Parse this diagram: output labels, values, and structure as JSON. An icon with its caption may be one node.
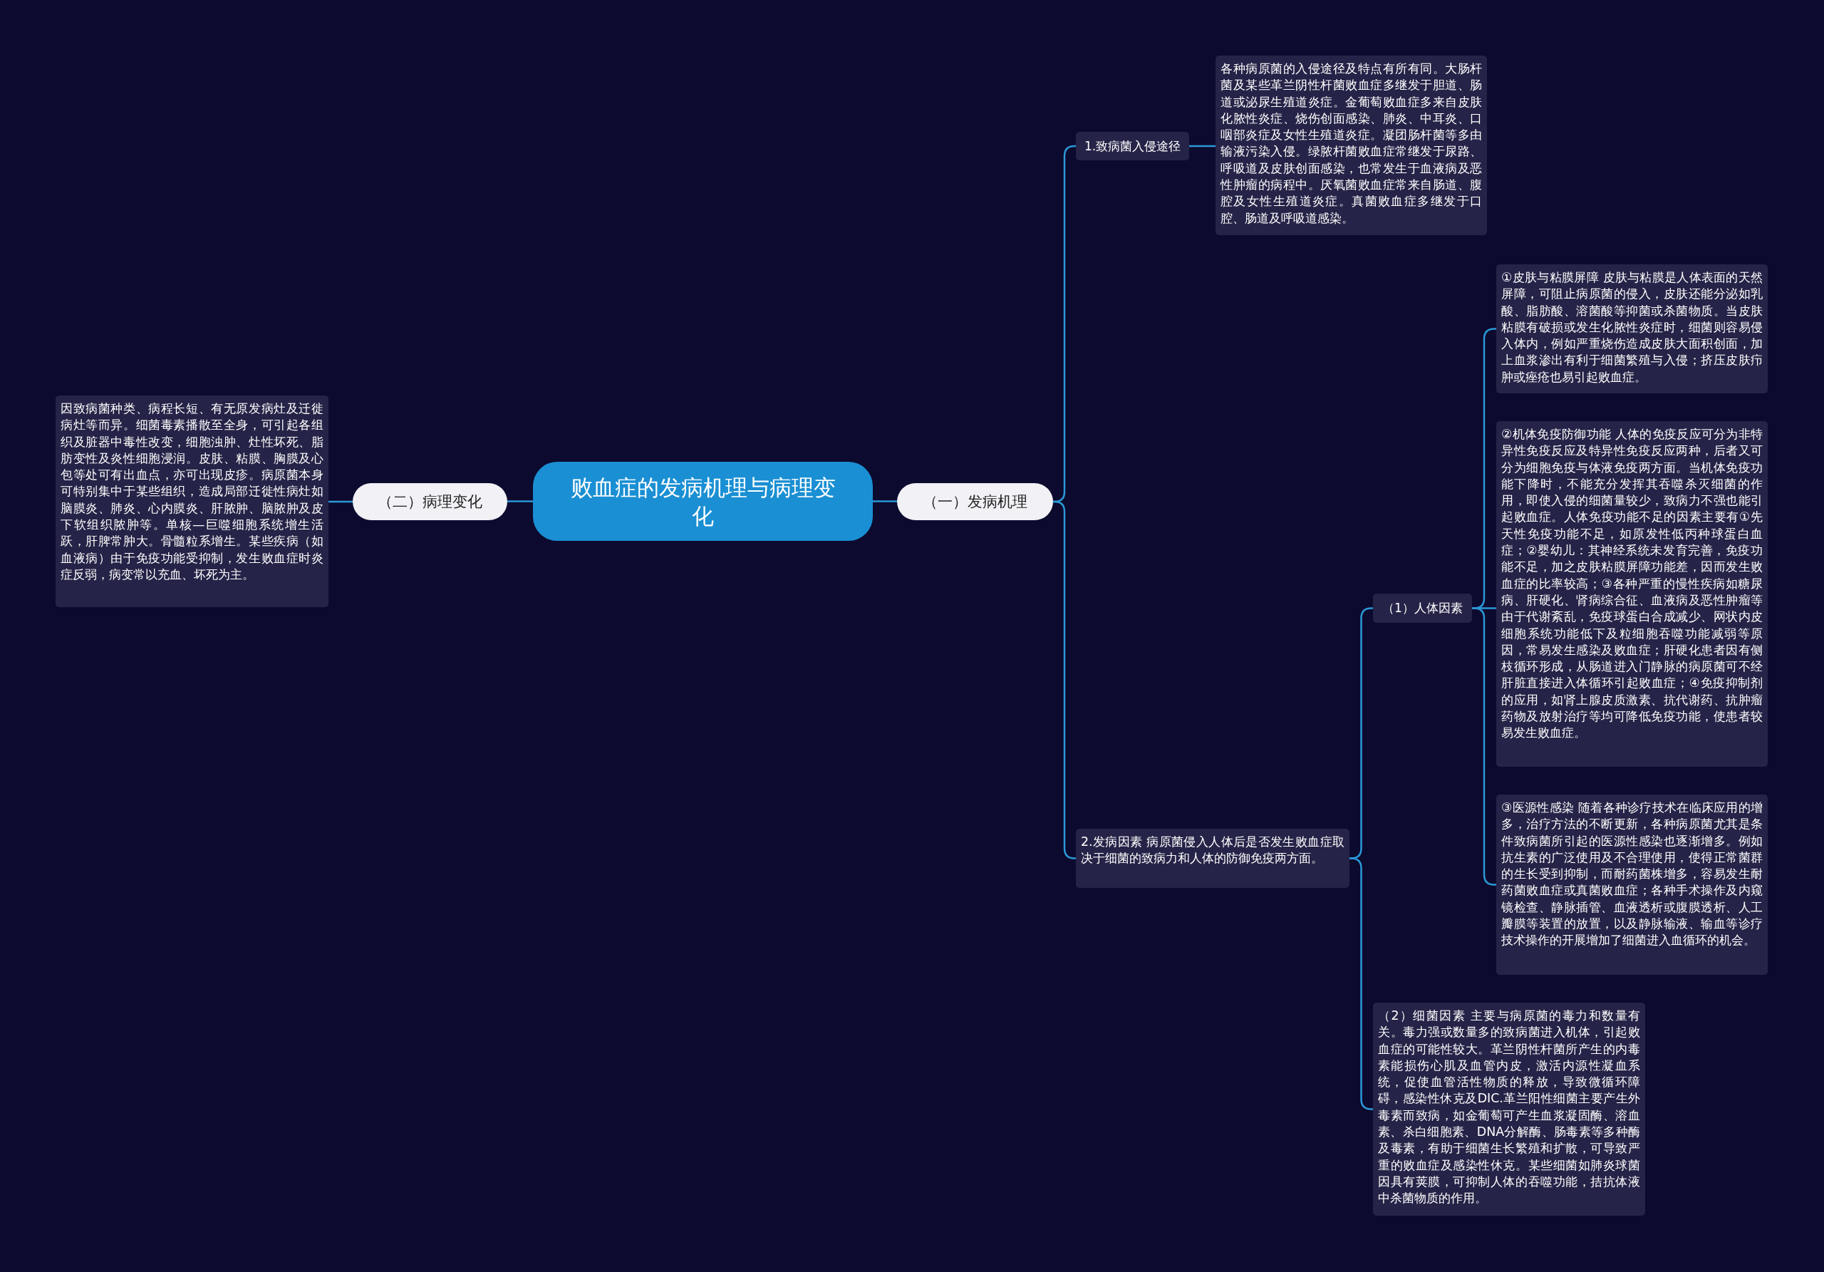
{
  "diagram": {
    "nodes": [
      {
        "text": [
          "败血症的发病机理与病理变化"
        ]
      },
      {
        "text": [
          "（一）发病机理"
        ]
      },
      {
        "text": [
          "（二）病理变化"
        ]
      },
      {
        "text": [
          "1.致病菌入侵途径"
        ]
      },
      {
        "text": [
          "各种病原菌的入侵途径及特点有所有同。大肠杆菌及某些革兰阴性杆菌败血症多继发于胆道、肠道或泌尿生殖道炎症。金葡萄败血症多来自皮肤化脓性炎症、烧伤创面感染、肺炎、中耳炎、口咽部炎症及女性生殖道炎症。凝团肠杆菌等多由输液污染入侵。绿脓杆菌败血症常继发于尿路、呼吸道及皮肤创面感染，也常发生于血液病及恶性肿瘤的病程中。厌氧菌败血症常来自肠道、腹腔及女性生殖道炎症。真菌败血症多继发于口腔、肠道及呼吸道感染。"
        ]
      },
      {
        "text": [
          "2.发病因素 病原菌侵入人体后是否发生败血症取决于细菌的致病力和人体的防御免疫两方面。"
        ]
      },
      {
        "text": [
          "（1）人体因素"
        ]
      },
      {
        "text": [
          "①皮肤与粘膜屏障 皮肤与粘膜是人体表面的天然屏障，可阻止病原菌的侵入，皮肤还能分泌如乳酸、脂肪酸、溶菌酸等抑菌或杀菌物质。当皮肤粘膜有破损或发生化脓性炎症时，细菌则容易侵入体内，例如严重烧伤造成皮肤大面积创面，加上血浆渗出有利于细菌繁殖与入侵；挤压皮肤疖肿或痤疮也易引起败血症。"
        ]
      },
      {
        "text": [
          "②机体免疫防御功能 人体的免疫反应可分为非特异性免疫反应及特异性免疫反应两种，后者又可分为细胞免疫与体液免疫两方面。当机体免疫功能下降时，不能充分发挥其吞噬杀灭细菌的作用，即使入侵的细菌量较少，致病力不强也能引起败血症。人体免疫功能不足的因素主要有①先天性免疫功能不足，如原发性低丙种球蛋白血症；②婴幼儿：其神经系统未发育完善，免疫功能不足，加之皮肤粘膜屏障功能差，因而发生败血症的比率较高；③各种严重的慢性疾病如糖尿病、肝硬化、肾病综合征、血液病及恶性肿瘤等由于代谢紊乱，免疫球蛋白合成减少、网状内皮细胞系统功能低下及粒细胞吞噬功能减弱等原因，常易发生感染及败血症；肝硬化患者因有侧枝循环形成，从肠道进入门静脉的病原菌可不经肝脏直接进入体循环引起败血症；④免疫抑制剂的应用，如肾上腺皮质激素、抗代谢药、抗肿瘤药物及放射治疗等均可降低免疫功能，使患者较易发生败血症。"
        ]
      },
      {
        "text": [
          "③医源性感染 随着各种诊疗技术在临床应用的增多，治疗方法的不断更新，各种病原菌尤其是条件致病菌所引起的医源性感染也逐渐增多。例如抗生素的广泛使用及不合理使用，使得正常菌群的生长受到抑制，而耐药菌株增多，容易发生耐药菌败血症或真菌败血症；各种手术操作及内窥镜检查、静脉插管、血液透析或腹膜透析、人工瓣膜等装置的放置，以及静脉输液、输血等诊疗技术操作的开展增加了细菌进入血循环的机会。"
        ]
      },
      {
        "text": [
          "（2）细菌因素 主要与病原菌的毒力和数量有关。毒力强或数量多的致病菌进入机体，引起败血症的可能性较大。革兰阴性杆菌所产生的内毒素能损伤心肌及血管内皮，激活内源性凝血系统，促使血管活性物质的释放，导致微循环障碍，感染性休克及DIC.革兰阳性细菌主要产生外毒素而致病，如金葡萄可产生血浆凝固酶、溶血素、杀白细胞素、DNA分解酶、肠毒素等多种酶及毒素，有助于细菌生长繁殖和扩散，可导致严重的败血症及感染性休克。某些细菌如肺炎球菌因具有荚膜，可抑制人体的吞噬功能，拮抗体液中杀菌物质的作用。"
        ]
      },
      {
        "text": [
          "因致病菌种类、病程长短、有无原发病灶及迁徙病灶等而异。细菌毒素播散至全身，可引起各组织及脏器中毒性改变，细胞浊肿、灶性坏死、脂肪变性及炎性细胞浸润。皮肤、粘膜、胸膜及心包等处可有出血点，亦可出现皮疹。病原菌本身可特别集中于某些组织，造成局部迁徙性病灶如脑膜炎、肺炎、心内膜炎、肝脓肿、脑脓肿及皮下软组织脓肿等。单核—巨噬细胞系统增生活跃，肝脾常肿大。骨髓粒系增生。某些疾病（如血液病）由于免疫功能受抑制，发生败血症时炎症反弱，病变常以充血、坏死为主。"
        ]
      }
    ],
    "edges": [
      {
        "from": 0,
        "to": 1,
        "arrow": "none"
      },
      {
        "from": 0,
        "to": 2,
        "arrow": "none"
      },
      {
        "from": 1,
        "to": 3,
        "arrow": "none"
      },
      {
        "from": 3,
        "to": 4,
        "arrow": "none"
      },
      {
        "from": 1,
        "to": 5,
        "arrow": "none"
      },
      {
        "from": 5,
        "to": 6,
        "arrow": "none"
      },
      {
        "from": 6,
        "to": 7,
        "arrow": "none"
      },
      {
        "from": 6,
        "to": 8,
        "arrow": "none"
      },
      {
        "from": 6,
        "to": 9,
        "arrow": "none"
      },
      {
        "from": 5,
        "to": 10,
        "arrow": "none"
      },
      {
        "from": 2,
        "to": 11,
        "arrow": "none"
      }
    ]
  }
}
